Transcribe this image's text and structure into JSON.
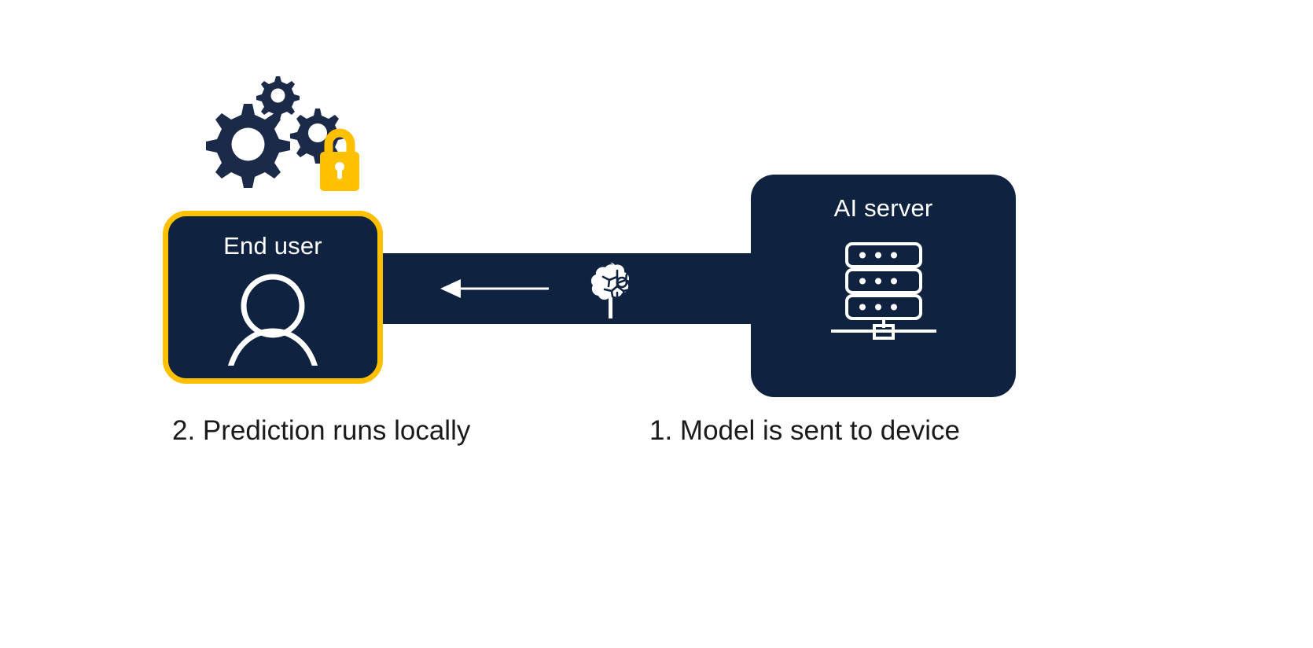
{
  "diagram": {
    "title": "On-device AI model deployment flow",
    "background_color": "#FFFFFF",
    "node_color": "#0F2340",
    "highlight_color": "#FFC000",
    "icon_color": "#FFFFFF"
  },
  "nodes": [
    {
      "id": "end-user",
      "label": "End user",
      "icon": "person-icon",
      "highlighted": true
    },
    {
      "id": "ai-server",
      "label": "AI server",
      "icon": "server-rack-icon",
      "highlighted": false
    }
  ],
  "connector": {
    "direction": "right-to-left",
    "arrow_icon": "arrow-left-icon",
    "payload_icon": "brain-icon",
    "payload_meaning": "model"
  },
  "decoration": {
    "gears_icon": "gears-icon",
    "lock_icon": "padlock-icon",
    "meaning": "local secure processing"
  },
  "captions": {
    "step_local": "2. Prediction runs locally",
    "step_sent": "1. Model is sent to device"
  }
}
